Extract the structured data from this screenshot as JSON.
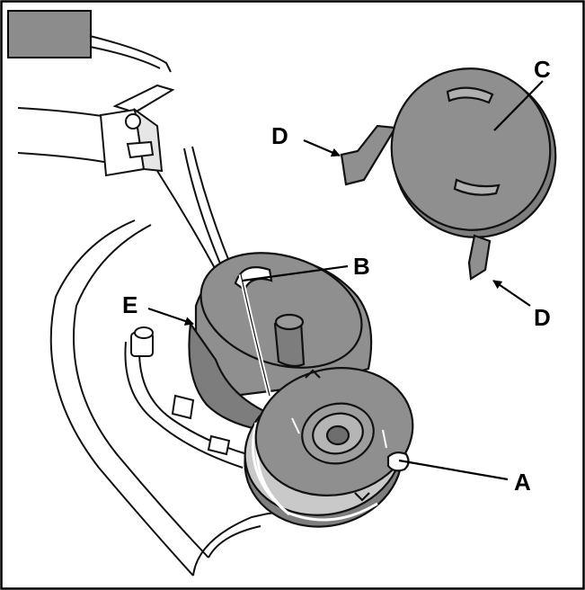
{
  "diagram": {
    "header_tab_color": "#8c8c8c",
    "part_fill_color": "#8f8f8f",
    "callouts": {
      "A": "A",
      "B": "B",
      "C": "C",
      "D_upper": "D",
      "D_lower": "D",
      "E": "E"
    }
  }
}
